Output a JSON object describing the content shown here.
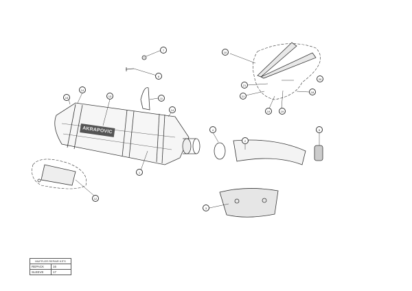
{
  "diagram": {
    "callouts": {
      "c7": "7",
      "c6": "6",
      "c11": "11",
      "c13": "13",
      "c14a": "14",
      "c15": "15",
      "c14b": "14",
      "c1": "1",
      "c12": "12",
      "c10": "10",
      "c21a": "21",
      "c21b": "21",
      "c20": "20",
      "c18": "18",
      "c19a": "19",
      "c19b": "19",
      "c4": "4",
      "c2": "2",
      "c5": "5",
      "c3": "3"
    },
    "brand_logo_text": "AKRAPOVIC"
  },
  "repair_table": {
    "title": "MUFFLER REPAIR KITS",
    "rows": [
      {
        "name": "REPACK",
        "part": "16"
      },
      {
        "name": "SLEEVE",
        "part": "17"
      }
    ]
  }
}
